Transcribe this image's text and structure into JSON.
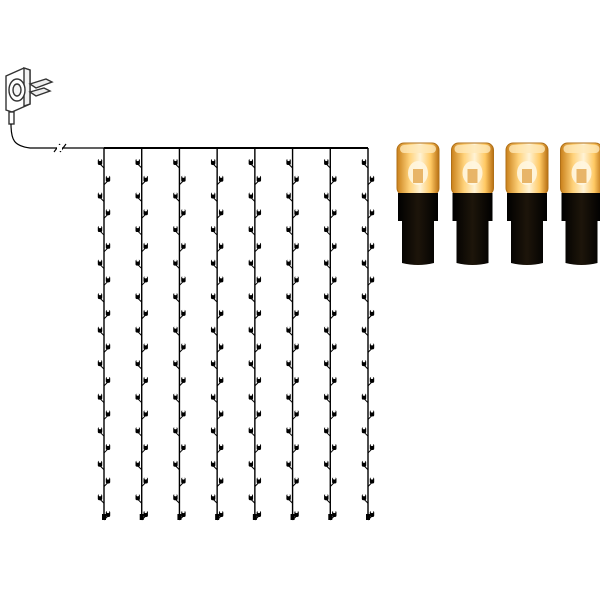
{
  "product": {
    "strand_count": 8,
    "bulbs_per_strand": 22,
    "closeup_bulb_count": 4
  },
  "icons": {
    "plug": "power-adapter-icon",
    "cable_break": "cable-break-icon",
    "led": "led-bulb-icon"
  },
  "colors": {
    "background": "#ffffff",
    "wire": "#000000",
    "outline": "#333333",
    "housing": "#0f0b06",
    "glow_warm": "#ffd27a",
    "glow_core": "#fff3d6",
    "glow_amber": "#d98b1a"
  }
}
